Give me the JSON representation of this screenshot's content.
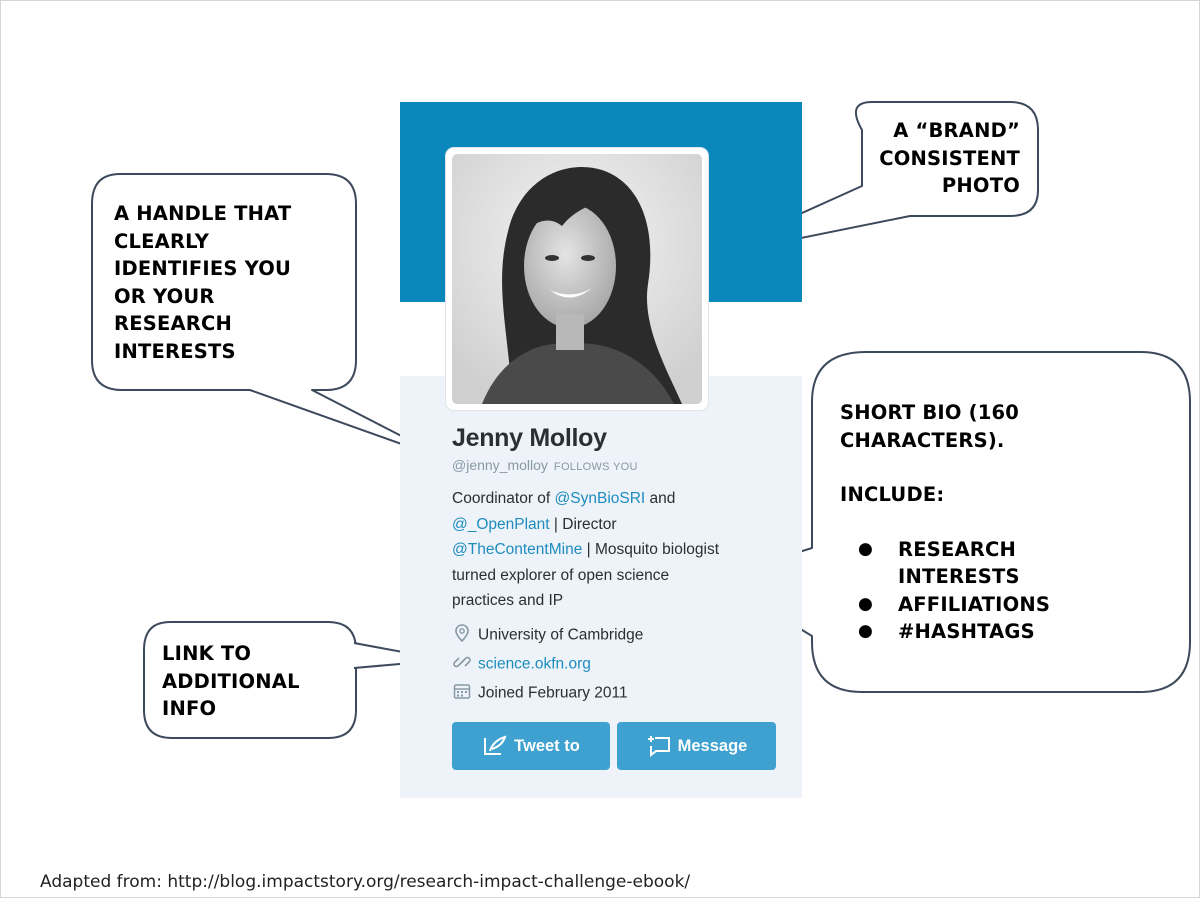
{
  "profile": {
    "name": "Jenny Molloy",
    "handle": "@jenny_molloy",
    "follows_label": "FOLLOWS YOU",
    "bio": {
      "p1": "Coordinator of ",
      "link1": "@SynBioSRI",
      "p2": " and",
      "link2": "@_OpenPlant",
      "p3": " | Director",
      "link3": "@TheContentMine",
      "p4": " | Mosquito biologist",
      "line4": "turned explorer of open science",
      "line5": "practices and IP"
    },
    "location": "University of Cambridge",
    "website": "science.okfn.org",
    "joined": "Joined February 2011",
    "tweet_button": "Tweet to",
    "message_button": "Message",
    "banner_color": "#0a87bb",
    "button_color": "#3ea1cf",
    "link_color": "#1e8cbe"
  },
  "callouts": {
    "photo": [
      "A “BRAND”",
      "CONSISTENT",
      "PHOTO"
    ],
    "handle": [
      "A HANDLE THAT",
      "CLEARLY",
      "IDENTIFIES YOU",
      "OR YOUR",
      "RESEARCH",
      "INTERESTS"
    ],
    "bio": {
      "line1": "SHORT BIO (160",
      "line2": "CHARACTERS).",
      "include": "INCLUDE:",
      "items": [
        "RESEARCH INTERESTS",
        "AFFILIATIONS",
        "#HASHTAGS"
      ]
    },
    "link": [
      "LINK TO",
      "ADDITIONAL",
      "INFO"
    ]
  },
  "footer": "Adapted from:  http://blog.impactstory.org/research-impact-challenge-ebook/",
  "icons": {
    "location": "map-pin-icon",
    "website": "link-icon",
    "joined": "calendar-icon",
    "tweet": "compose-icon",
    "message": "message-icon"
  }
}
